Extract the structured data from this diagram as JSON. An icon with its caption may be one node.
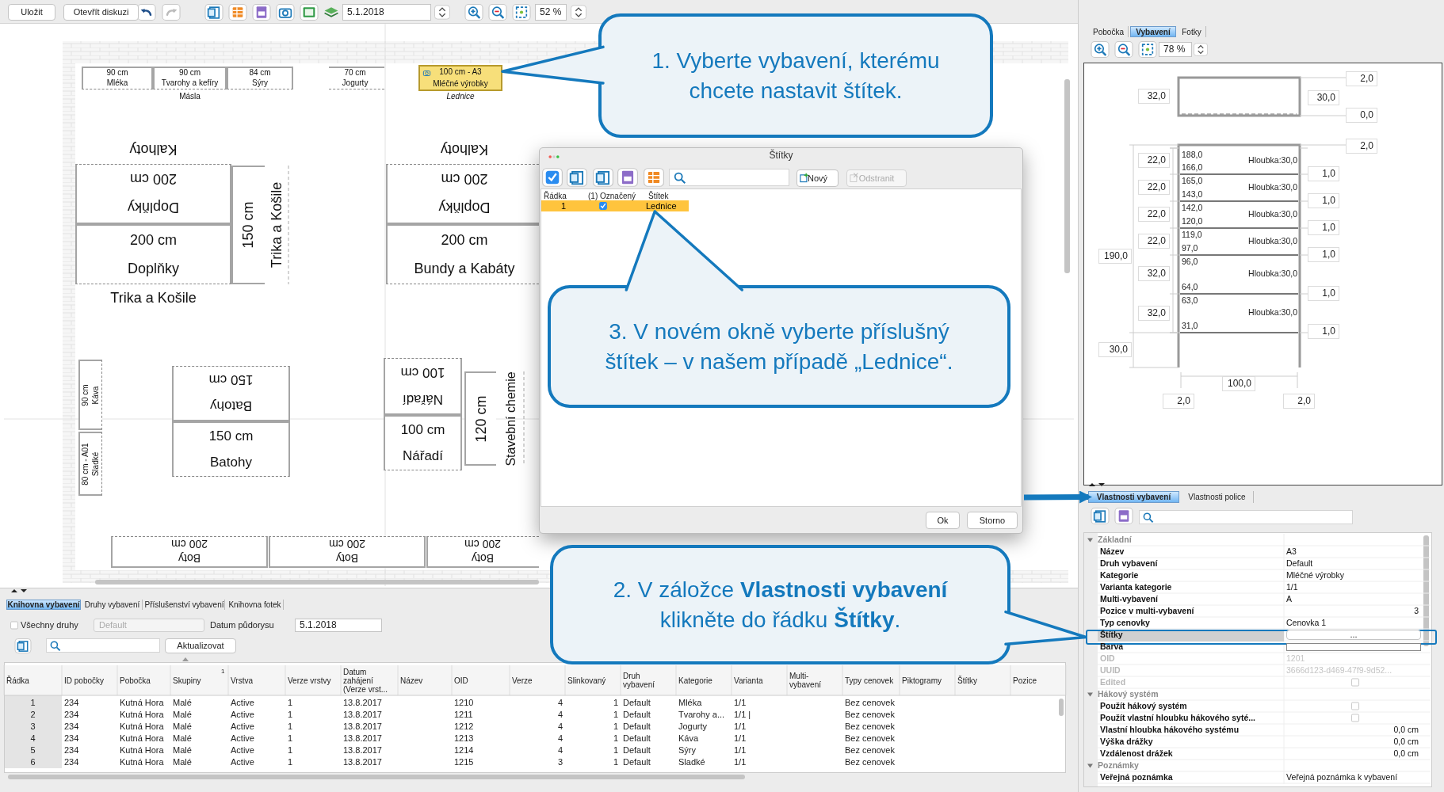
{
  "diagram": {
    "nodes": [
      {
        "text": [
          "1. Vyberte vybavení, kterému chcete nastavit štítek."
        ]
      },
      {
        "text": [
          "90 cm",
          "Mléka"
        ]
      },
      {
        "text": [
          "90 cm",
          "Tvarohy a kefíry"
        ],
        "beside": [
          "Másla"
        ]
      },
      {
        "text": [
          "84 cm",
          "Sýry"
        ]
      },
      {
        "text": [
          "70 cm",
          "Jogurty"
        ]
      },
      {
        "text": [
          "100 cm - A3",
          "Mléčné výrobky"
        ],
        "beside": [
          "Lednice"
        ]
      },
      {
        "text": [
          "Doplňky",
          "200 cm"
        ],
        "beside": [
          "Kalhoty"
        ]
      },
      {
        "text": [
          "200 cm",
          "Doplňky"
        ],
        "beside": [
          "Trika a Košile"
        ]
      },
      {
        "text": [
          "150 cm"
        ],
        "beside": [
          "Trika a Košile"
        ]
      },
      {
        "text": [
          "Doplňky",
          "200 cm"
        ],
        "beside": [
          "Kalhoty"
        ]
      },
      {
        "text": [
          "200 cm",
          "Bundy a Kabáty"
        ]
      },
      {
        "text": [
          "90 cm",
          "Káva"
        ]
      },
      {
        "text": [
          "80 cm - A01",
          "Sladké"
        ]
      },
      {
        "text": [
          "Batohy",
          "150 cm"
        ]
      },
      {
        "text": [
          "150 cm",
          "Batohy"
        ]
      },
      {
        "text": [
          "Nářadí",
          "100 cm"
        ]
      },
      {
        "text": [
          "100 cm",
          "Nářadí"
        ]
      },
      {
        "text": [
          "120 cm"
        ],
        "beside": [
          "Stavební chemie"
        ]
      },
      {
        "text": [
          "Boty",
          "200 cm"
        ]
      },
      {
        "text": [
          "Boty",
          "200 cm"
        ]
      },
      {
        "text": [
          "Boty",
          "200 cm"
        ]
      },
      {
        "text": [
          "1",
          "Lednice"
        ]
      },
      {
        "text": [
          "3. V novém okně vyberte příslušný štítek – v našem případě „Lednice“."
        ]
      },
      {
        "text": [
          "Vlastnosti vybavení"
        ]
      },
      {
        "text": [],
        "shape": "box"
      },
      {
        "text": [
          "2. V záložce **Vlastnosti vybavení** klikněte do řádku **Štítky**."
        ]
      }
    ],
    "edges": [
      {
        "from": 0,
        "to": 5,
        "arrow": "none"
      },
      {
        "from": 22,
        "to": 21,
        "arrow": "none"
      },
      {
        "from": 25,
        "to": 24,
        "arrow": "none"
      },
      {
        "from": null,
        "to": 23,
        "arrow": "to",
        "style": "thick"
      }
    ],
    "labels": [
      "Uložit",
      "Otevřít diskuzi",
      "5.1.2018",
      "52 %",
      "Pobočka",
      "Vybavení",
      "Fotky",
      "78 %",
      "2,0",
      "32,0",
      "30,0",
      "0,0",
      "2,0",
      "22,0",
      "22,0",
      "22,0",
      "22,0",
      "190,0",
      "32,0",
      "32,0",
      "30,0",
      "188,0",
      "166,0",
      "Hloubka:30,0",
      "165,0",
      "143,0",
      "Hloubka:30,0",
      "142,0",
      "120,0",
      "Hloubka:30,0",
      "119,0",
      "97,0",
      "Hloubka:30,0",
      "96,0",
      "64,0",
      "Hloubka:30,0",
      "63,0",
      "31,0",
      "Hloubka:30,0",
      "1,0",
      "1,0",
      "1,0",
      "1,0",
      "1,0",
      "1,0",
      "100,0",
      "2,0",
      "2,0",
      "Vlastnosti police",
      "Základní",
      "Název",
      "A3",
      "Druh vybavení",
      "Default",
      "Kategorie",
      "Mléčné výrobky",
      "Varianta kategorie",
      "1/1",
      "Multi-vybavení",
      "A",
      "Pozice v multi-vybavení",
      "3",
      "Typ cenovky",
      "Cenovka 1",
      "Štítky",
      "...",
      "Barva",
      "OID",
      "1201",
      "UUID",
      "3666d123-d469-47f9-9d52...",
      "Edited",
      "Hákový systém",
      "Použít hákový systém",
      "Použít vlastní hloubku hákového syté...",
      "Vlastní hloubka hákového systému",
      "0,0 cm",
      "Výška drážky",
      "0,0 cm",
      "Vzdálenost drážek",
      "0,0 cm",
      "Poznámky",
      "Veřejná poznámka",
      "Veřejná poznámka k vybavení",
      "Štítky",
      "Nový",
      "Odstranit",
      "Řádka",
      "(1) Označený",
      "Štítek",
      "Ok",
      "Storno",
      "Knihovna vybavení",
      "Druhy vybavení",
      "Příslušenství vybavení",
      "Knihovna fotek",
      "Všechny druhy",
      "Default",
      "Datum půdorysu",
      "5.1.2018",
      "Aktualizovat",
      "Řádka",
      "ID pobočky",
      "Pobočka",
      "Skupiny",
      "Vrstva",
      "Verze vrstvy",
      "Datum zahájení (Verze vrst...",
      "Název",
      "OID",
      "Verze",
      "Slinkovaný",
      "Druh vybavení",
      "Kategorie",
      "Varianta",
      "Multi-vybavení",
      "Typy cenovek",
      "Piktogramy",
      "Štítky",
      "Pozice",
      "1",
      "1",
      "234",
      "Kutná Hora",
      "Malé",
      "Active",
      "1",
      "13.8.2017",
      "1210",
      "4",
      "1",
      "Default",
      "Mléka",
      "1/1",
      "Bez cenovek",
      "2",
      "234",
      "Kutná Hora",
      "Malé",
      "Active",
      "1",
      "13.8.2017",
      "1211",
      "4",
      "1",
      "Default",
      "Tvarohy a...",
      "1/1 |",
      "Bez cenovek",
      "3",
      "234",
      "Kutná Hora",
      "Malé",
      "Active",
      "1",
      "13.8.2017",
      "1212",
      "4",
      "1",
      "Default",
      "Jogurty",
      "1/1",
      "Bez cenovek",
      "4",
      "234",
      "Kutná Hora",
      "Malé",
      "Active",
      "1",
      "13.8.2017",
      "1213",
      "4",
      "1",
      "Default",
      "Káva",
      "1/1",
      "Bez cenovek",
      "5",
      "234",
      "Kutná Hora",
      "Malé",
      "Active",
      "1",
      "13.8.2017",
      "1214",
      "4",
      "1",
      "Default",
      "Sýry",
      "1/1",
      "Bez cenovek",
      "6",
      "234",
      "Kutná Hora",
      "Malé",
      "Active",
      "1",
      "13.8.2017",
      "1215",
      "3",
      "1",
      "Default",
      "Sladké",
      "1/1",
      "Bez cenovek"
    ]
  }
}
